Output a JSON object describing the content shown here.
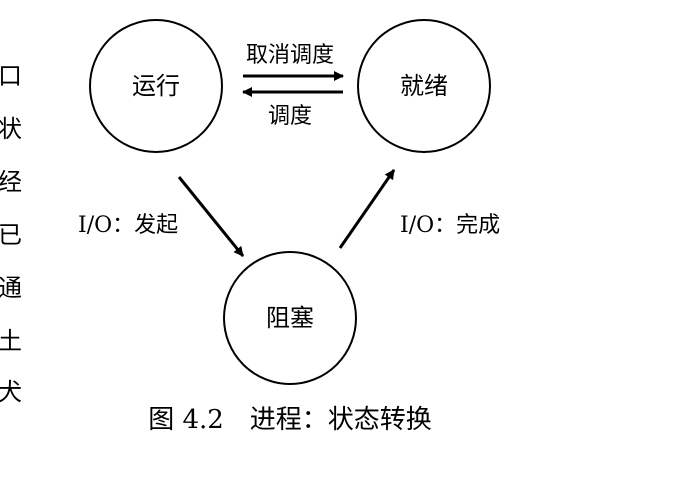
{
  "margin_chars": [
    "口",
    "状",
    "经",
    "已",
    "通",
    "土",
    "犬"
  ],
  "states": {
    "running": "运行",
    "ready": "就绪",
    "blocked": "阻塞"
  },
  "transitions": {
    "deschedule": "取消调度",
    "schedule": "调度",
    "io_initiate": "I/O：发起",
    "io_done": "I/O：完成"
  },
  "caption": "图 4.2　进程：状态转换",
  "colors": {
    "ink": "#000000",
    "background": "#ffffff"
  }
}
